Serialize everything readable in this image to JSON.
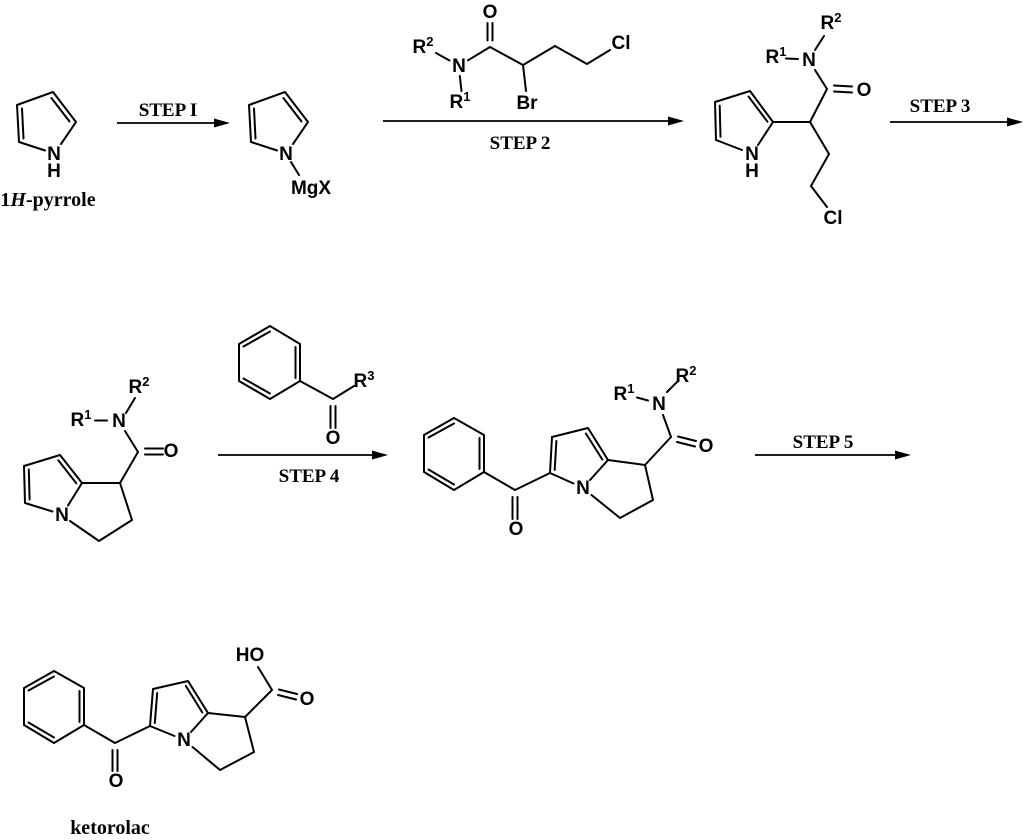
{
  "scheme": {
    "background": "#ffffff",
    "line_color": "#000000"
  },
  "captions": {
    "pyrrole": {
      "prefix": "1",
      "italic": "H",
      "suffix": "-pyrrole"
    },
    "ketorolac": "ketorolac"
  },
  "steps": {
    "step1": "STEP I",
    "step2": "STEP 2",
    "step3": "STEP 3",
    "step4": "STEP 4",
    "step5": "STEP 5"
  },
  "atoms": {
    "N": "N",
    "H": "H",
    "O": "O",
    "Cl": "Cl",
    "Br": "Br",
    "MgX": "MgX",
    "HO": "HO",
    "R": "R"
  },
  "superscripts": {
    "one": "1",
    "two": "2",
    "three": "3"
  }
}
